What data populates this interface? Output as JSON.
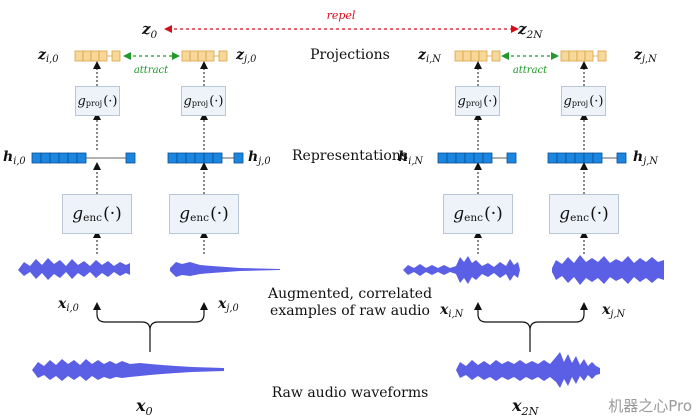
{
  "labels": {
    "repel": "repel",
    "attract": "attract",
    "projections": "Projections",
    "representations": "Representations",
    "augmented_line1": "Augmented, correlated",
    "augmented_line2": "examples of raw audio",
    "raw": "Raw audio waveforms"
  },
  "top": {
    "z_left": "z",
    "z_left_sub": "0",
    "z_right": "z",
    "z_right_sub": "2N"
  },
  "funcs": {
    "g": "g",
    "proj": "proj",
    "enc": "enc",
    "arg": "(·)"
  },
  "left": {
    "z_i": "z",
    "z_i_sub": "i,0",
    "z_j": "z",
    "z_j_sub": "j,0",
    "h_i": "h",
    "h_i_sub": "i,0",
    "h_j": "h",
    "h_j_sub": "j,0",
    "x_i": "x",
    "x_i_sub": "i,0",
    "x_j": "x",
    "x_j_sub": "j,0",
    "x": "x",
    "x_sub": "0"
  },
  "right": {
    "z_i": "z",
    "z_i_sub": "i,N",
    "z_j": "z",
    "z_j_sub": "j,N",
    "h_i": "h",
    "h_i_sub": "i,N",
    "h_j": "h",
    "h_j_sub": "j,N",
    "x_i": "x",
    "x_i_sub": "i,N",
    "x_j": "x",
    "x_j_sub": "j,N",
    "x": "x",
    "x_sub": "2N"
  },
  "watermark": "机器之心Pro",
  "colors": {
    "repel": "#d0101a",
    "attract": "#1f9a2a",
    "projection": "#f3c370",
    "representation": "#1b86e0",
    "waveform": "#5b5fe6",
    "box": "#eef3f9"
  }
}
